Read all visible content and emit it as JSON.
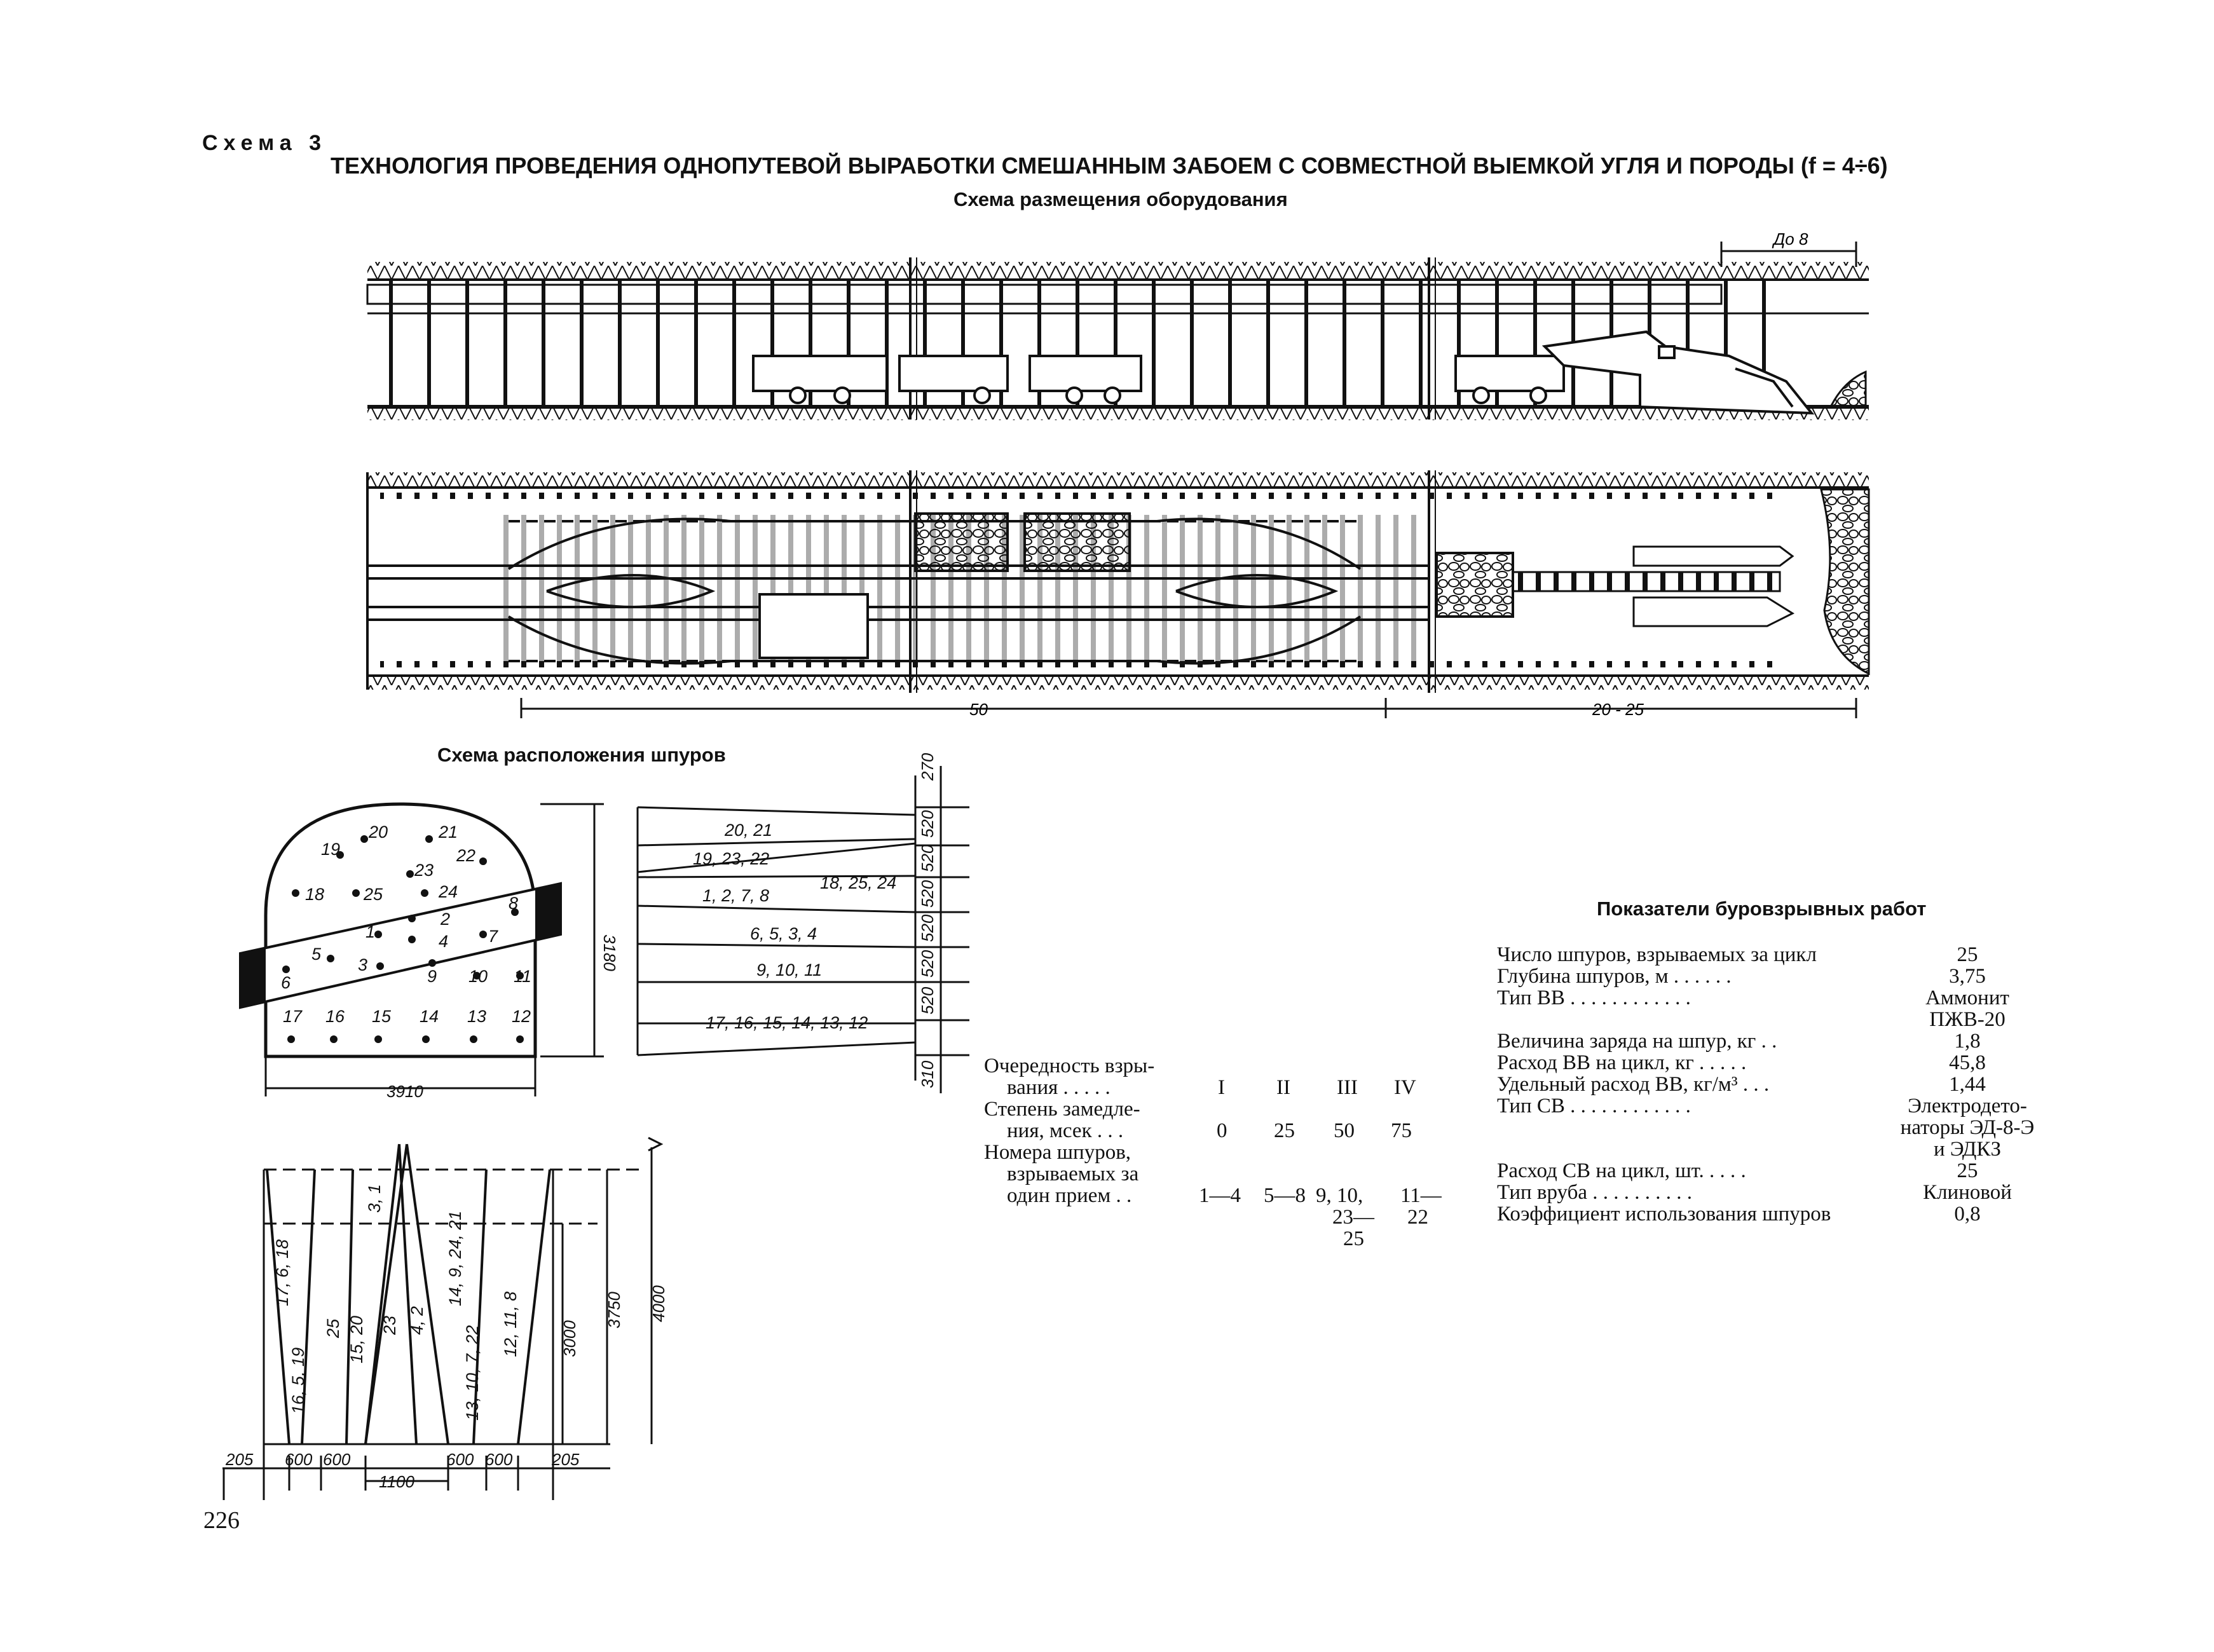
{
  "header": {
    "scheme": "Схема 3",
    "title": "ТЕХНОЛОГИЯ ПРОВЕДЕНИЯ ОДНОПУТЕВОЙ ВЫРАБОТКИ СМЕШАННЫМ ЗАБОЕМ С СОВМЕСТНОЙ ВЫЕМКОЙ УГЛЯ И ПОРОДЫ (f = 4÷6)",
    "subtitle": "Схема размещения оборудования"
  },
  "equipment": {
    "dim_face": "До 8",
    "dim_50": "50",
    "dim_20_25": "20 - 25"
  },
  "holes": {
    "title": "Схема расположения шпуров",
    "labels": {
      "h20": "20",
      "h21": "21",
      "h19": "19",
      "h22": "22",
      "h23": "23",
      "h18": "18",
      "h25": "25",
      "h24": "24",
      "h8": "8",
      "h2": "2",
      "h1": "1",
      "h7": "7",
      "h5": "5",
      "h4": "4",
      "h3": "3",
      "h6": "6",
      "h9": "9",
      "h10": "10",
      "h11": "11",
      "h17": "17",
      "h16": "16",
      "h15": "15",
      "h14": "14",
      "h13": "13",
      "h12": "12"
    },
    "dim_height": "3180",
    "dim_width": "3910",
    "rows": [
      "20, 21",
      "19, 23, 22",
      "18, 25, 24",
      "1, 2, 7, 8",
      "6, 5, 3, 4",
      "9, 10, 11",
      "17, 16, 15, 14, 13, 12"
    ],
    "row_dims": [
      "270",
      "520",
      "520",
      "520",
      "520",
      "520",
      "520",
      "310"
    ],
    "long_section": {
      "labels": [
        "17, 6, 18",
        "16, 5, 19",
        "25",
        "15, 20",
        "23",
        "3, 1",
        "4, 2",
        "14, 9, 24, 21",
        "13, 10, 7, 22",
        "12, 11, 8"
      ],
      "dim_3000": "3000",
      "dim_3750": "3750",
      "dim_4000": "4000",
      "bottom_dims": [
        "205",
        "600",
        "600",
        "1100",
        "600",
        "600",
        "205"
      ]
    }
  },
  "sequence": {
    "row1_label_a": "Очередность взры-",
    "row1_label_b": "вания . . . . .",
    "row1": [
      "I",
      "II",
      "III",
      "IV"
    ],
    "row2_label_a": "Степень замедле-",
    "row2_label_b": "ния, мсек . . .",
    "row2": [
      "0",
      "25",
      "50",
      "75"
    ],
    "row3_label_a": "Номера шпуров,",
    "row3_label_b": "взрываемых за",
    "row3_label_c": "один прием . .",
    "row3_c1": "1—4",
    "row3_c2": "5—8",
    "row3_c3_a": "9, 10,",
    "row3_c3_b": "23—",
    "row3_c3_c": "25",
    "row3_c4_a": "11—",
    "row3_c4_b": "22"
  },
  "indicators": {
    "title": "Показатели буровзрывных работ",
    "l1": "Число шпуров, взрываемых за цикл",
    "v1": "25",
    "l2": "Глубина шпуров, м . . . . . .",
    "v2": "3,75",
    "l3": "Тип ВВ . . . . . . . . . . . .",
    "v3a": "Аммонит",
    "v3b": "ПЖВ-20",
    "l4": "Величина заряда на шпур, кг . .",
    "v4": "1,8",
    "l5": "Расход ВВ на цикл, кг . . . . .",
    "v5": "45,8",
    "l6": "Удельный расход ВВ, кг/м³ . . .",
    "v6": "1,44",
    "l7": "Тип СВ . . . . . . . . . . . .",
    "v7a": "Электродето-",
    "v7b": "наторы ЭД-8-Э",
    "v7c": "и ЭДКЗ",
    "l8": "Расход СВ на цикл, шт. . . . .",
    "v8": "25",
    "l9": "Тип вруба . . . . . . . . . .",
    "v9": "Клиновой",
    "l10": "Коэффициент использования шпуров",
    "v10": "0,8"
  },
  "page": {
    "number": "226"
  }
}
